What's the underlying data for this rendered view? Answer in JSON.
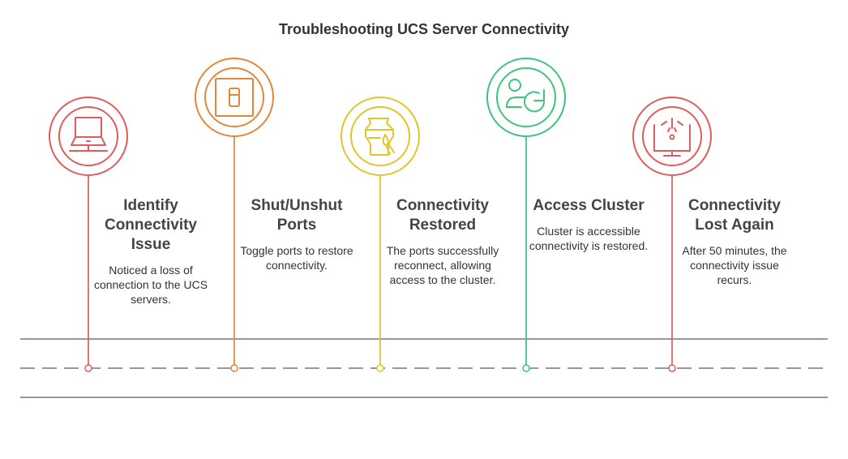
{
  "title": "Troubleshooting UCS Server Connectivity",
  "steps": [
    {
      "title": "Identify Connectivity Issue",
      "desc": "Noticed a loss of connection to the UCS servers.",
      "icon": "laptop-icon",
      "color": "#e05c5c"
    },
    {
      "title": "Shut/Unshut Ports",
      "desc": "Toggle ports to restore connectivity.",
      "icon": "switch-icon",
      "color": "#e0873a"
    },
    {
      "title": "Connectivity Restored",
      "desc": "The ports successfully reconnect, allowing access to the cluster.",
      "icon": "vase-brush-icon",
      "color": "#e0c62a"
    },
    {
      "title": "Access Cluster",
      "desc": "Cluster is accessible connectivity is restored.",
      "icon": "user-refresh-icon",
      "color": "#3cc47c"
    },
    {
      "title": "Connectivity Lost Again",
      "desc": "After 50 minutes, the connectivity issue recurs.",
      "icon": "monitor-signal-icon",
      "color": "#e05c5c"
    }
  ]
}
